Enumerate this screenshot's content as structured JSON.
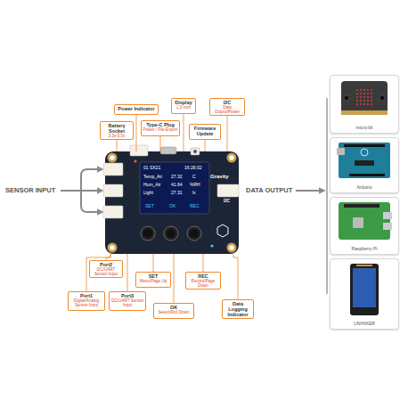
{
  "diagram": {
    "nodes": [
      {
        "text": [
          "Power Indicator"
        ]
      },
      {
        "text": [
          "Display",
          "1.3 inch"
        ]
      },
      {
        "text": [
          "I2C",
          "Data Output/Power"
        ]
      },
      {
        "text": [
          "Battery Socket",
          "3.3v-5.5v"
        ]
      },
      {
        "text": [
          "Type-C Plug",
          "Power / File Export"
        ]
      },
      {
        "text": [
          "Firmware Update"
        ]
      },
      {
        "text": [
          "Gravity"
        ]
      },
      {
        "text": [
          "Port2",
          "I2C/UART Sensor Input"
        ]
      },
      {
        "text": [
          "SET",
          "Menu/Page Up"
        ]
      },
      {
        "text": [
          "REC",
          "Record/Page Down"
        ]
      },
      {
        "text": [
          "Port1",
          "Digital/Analog Sensor Input"
        ]
      },
      {
        "text": [
          "Port3",
          "I2C/UART Sensor Input"
        ]
      },
      {
        "text": [
          "OK",
          "Select/Roll Down"
        ]
      },
      {
        "text": [
          "Data Logging Indicator"
        ]
      },
      {
        "text": [
          "micro:bit"
        ]
      },
      {
        "text": [
          "Arduino"
        ]
      },
      {
        "text": [
          "Raspberry Pi"
        ]
      },
      {
        "text": [
          "UNIHIKER"
        ]
      }
    ],
    "edges": [
      {
        "from": 0,
        "to": 6,
        "arrow": "none"
      },
      {
        "from": 1,
        "to": 6,
        "arrow": "none"
      },
      {
        "from": 2,
        "to": 6,
        "arrow": "none"
      },
      {
        "from": 3,
        "to": 6,
        "arrow": "none"
      },
      {
        "from": 4,
        "to": 6,
        "arrow": "none"
      },
      {
        "from": 5,
        "to": 6,
        "arrow": "none"
      },
      {
        "from": 7,
        "to": 6,
        "arrow": "none"
      },
      {
        "from": 8,
        "to": 6,
        "arrow": "none"
      },
      {
        "from": 9,
        "to": 6,
        "arrow": "none"
      },
      {
        "from": 10,
        "to": 6,
        "arrow": "none"
      },
      {
        "from": 11,
        "to": 6,
        "arrow": "none"
      },
      {
        "from": 12,
        "to": 6,
        "arrow": "none"
      },
      {
        "from": 13,
        "to": 6,
        "arrow": "none"
      }
    ],
    "labels": [
      "SENSOR INPUT",
      "DATA OUTPUT",
      "01 SX21",
      "16:26:02",
      "Temp_Air",
      "27.32",
      "C",
      "Hum_Air",
      "41.64",
      "%RH",
      "Light",
      "27.31",
      "lx",
      "SET",
      "OK",
      "REC",
      "I2C"
    ]
  }
}
